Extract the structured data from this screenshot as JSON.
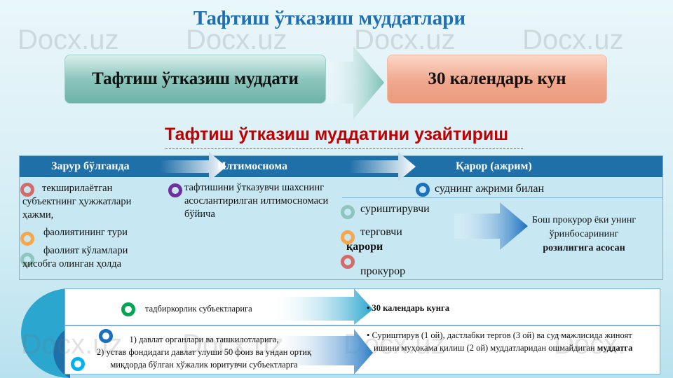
{
  "title": "Тафтиш ўтказиш муддатлари",
  "period_box": {
    "label": "Тафтиш ўтказиш муддати",
    "value": "30 календарь кун"
  },
  "subtitle": "Тафтиш ўтказиш муддатини узайтириш",
  "table": {
    "headers": [
      "Зарур бўлганда",
      "Илтимоснома",
      "Қарор (ажрим)"
    ],
    "col1": [
      "текширилаётган субъектнинг ҳужжатлари ҳажми,",
      "фаолиятининг тури",
      "фаолият кўламлари ҳисобга олинган ҳолда"
    ],
    "col2": "тафтишини ўтказувчи шахснинг асослантирилган илтимосномаси бўйича",
    "col3_top": "суднинг ажрими билан",
    "col3_list": [
      "суриштирувчи",
      "терговчи",
      "прокурор"
    ],
    "col3_decision": "қарори",
    "col3_result": [
      "Бош прокурор ёки унинг",
      "ўринбосарининг",
      "розилигига асосан"
    ]
  },
  "bottom": {
    "row1_left": "тадбиркорлик субъектларига",
    "row1_right": "30 календарь кунга",
    "row2_left": [
      "1) давлат органлари ва ташкилотларига,",
      "2) устав фондидаги давлат улуши 50 фоиз ва ундан ортиқ",
      "миқдорда бўлган хўжалик юритувчи субъектларга"
    ],
    "row2_right": "Суриштирув (1 ой), дастлабки тергов  (3 ой) ва суд мажлисида жиноят ишини муҳокама қилиш (2 ой) муддатларидан ошмайдиган",
    "row2_right_bold": "муддатга"
  },
  "watermark": "Docx.uz",
  "colors": {
    "title": "#1f6fb5",
    "subtitle": "#c00000",
    "header": "#1f6fa9"
  }
}
